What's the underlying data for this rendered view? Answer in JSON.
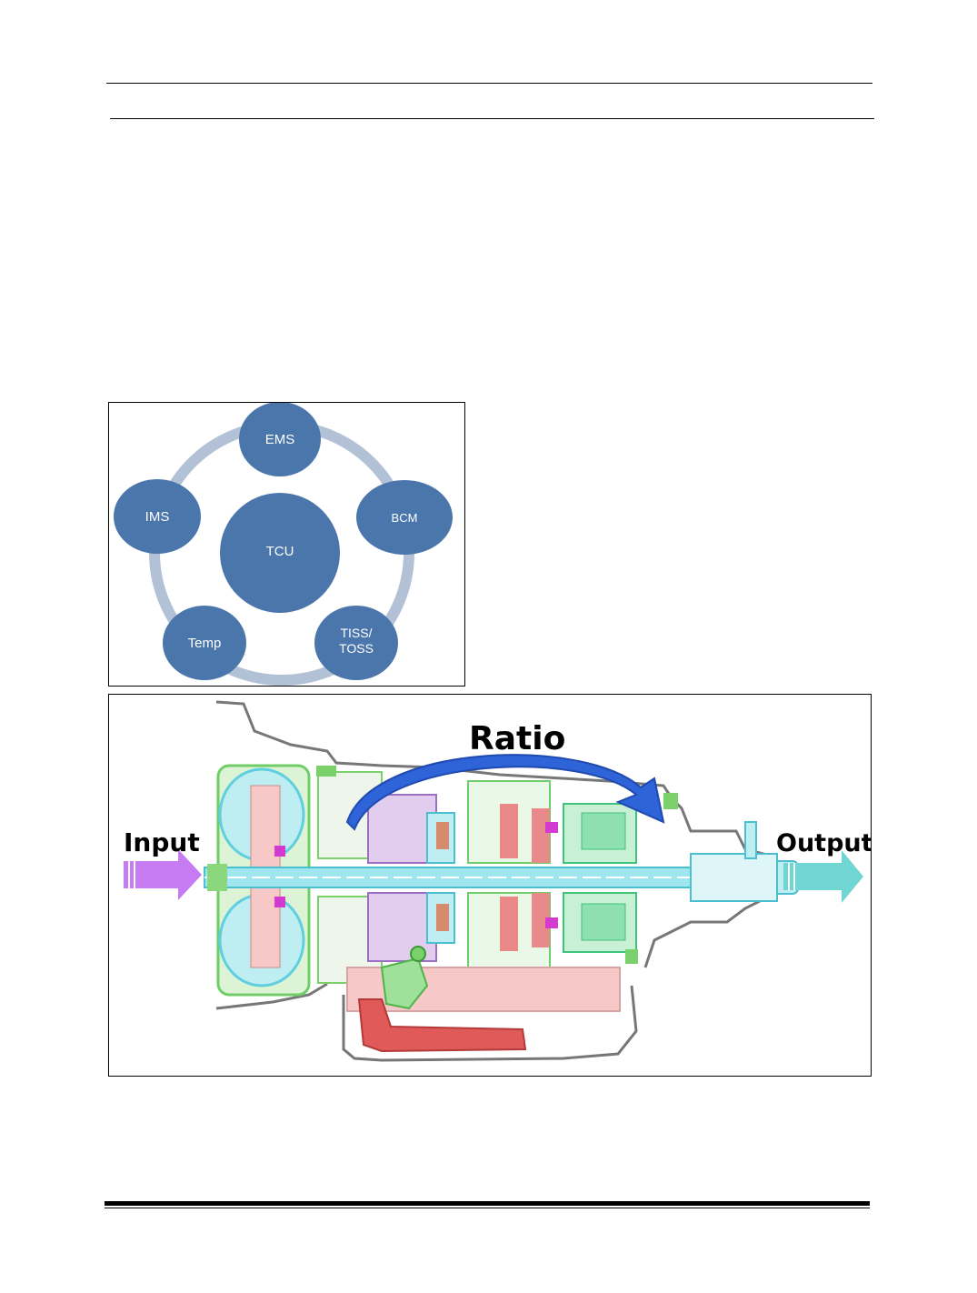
{
  "page": {
    "colors": {
      "node_fill": "#4a76ab",
      "ring": "#b3c1d6",
      "input_arrow": "#c77bf3",
      "output_arrow": "#6fd6d4",
      "ratio_arrow": "#2f63d8"
    }
  },
  "diagram": {
    "nodes": [
      {
        "id": "ems",
        "label": "EMS"
      },
      {
        "id": "bcm",
        "label": "BCM"
      },
      {
        "id": "tiss",
        "label_line1": "TISS/",
        "label_line2": "TOSS"
      },
      {
        "id": "temp",
        "label": "Temp"
      },
      {
        "id": "ims",
        "label": "IMS"
      },
      {
        "id": "tcu",
        "label": "TCU"
      }
    ]
  },
  "transmission_figure": {
    "ratio_label": "Ratio",
    "input_label": "Input",
    "output_label": "Output",
    "icons": [
      "input-arrow-icon",
      "output-arrow-icon",
      "ratio-arrow-icon"
    ]
  }
}
